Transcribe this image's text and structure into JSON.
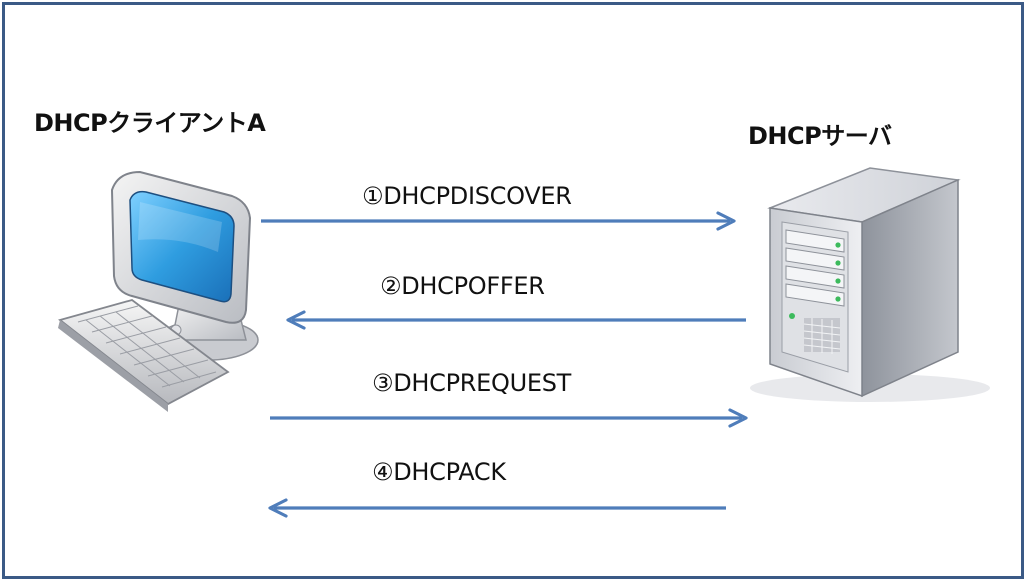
{
  "client": {
    "label": "DHCPクライアントA",
    "icon": "desktop-computer-icon"
  },
  "server": {
    "label": "DHCPサーバ",
    "icon": "server-tower-icon"
  },
  "messages": [
    {
      "label": "①DHCPDISCOVER",
      "direction": "client-to-server"
    },
    {
      "label": "②DHCPOFFER",
      "direction": "server-to-client"
    },
    {
      "label": "③DHCPREQUEST",
      "direction": "client-to-server"
    },
    {
      "label": "④DHCPACK",
      "direction": "server-to-client"
    }
  ],
  "colors": {
    "arrow": "#4f7dba",
    "frame": "#3b5a86",
    "screen": "#2f9de0"
  }
}
